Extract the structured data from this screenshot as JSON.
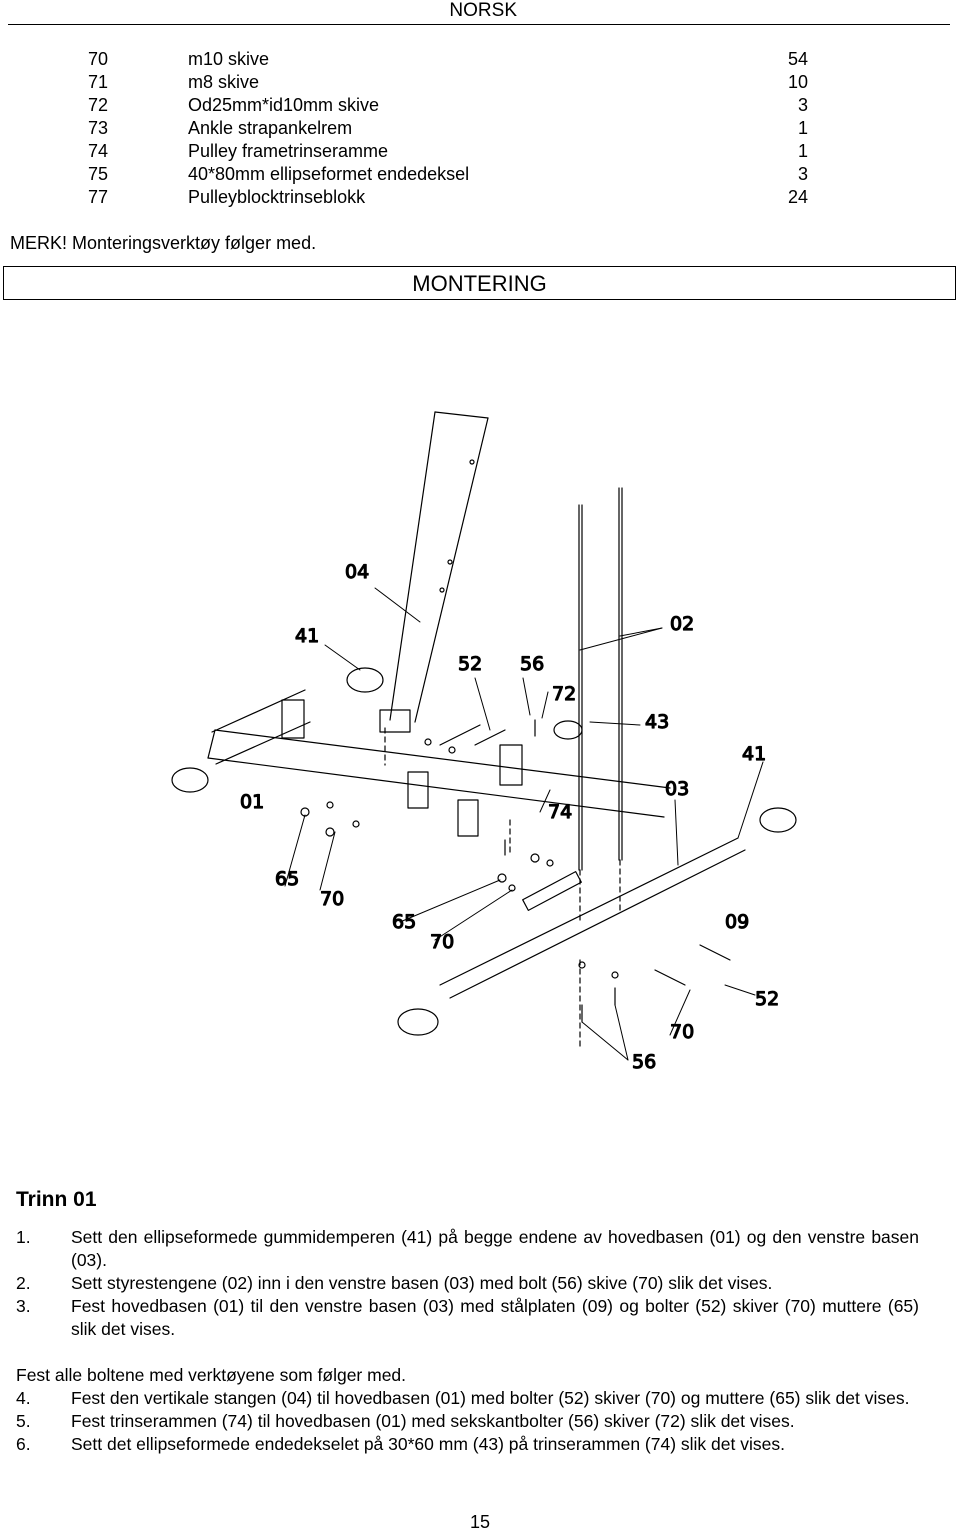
{
  "header": {
    "language": "NORSK"
  },
  "parts": [
    {
      "no": "70",
      "name": "m10 skive",
      "qty": "54"
    },
    {
      "no": "71",
      "name": "m8 skive",
      "qty": "10"
    },
    {
      "no": "72",
      "name": "Od25mm*id10mm skive",
      "qty": "3"
    },
    {
      "no": "73",
      "name": "Ankle strapankelrem",
      "qty": "1"
    },
    {
      "no": "74",
      "name": "Pulley frametrinseramme",
      "qty": "1"
    },
    {
      "no": "75",
      "name": "40*80mm ellipseformet endedeksel",
      "qty": "3"
    },
    {
      "no": "77",
      "name": "Pulleyblocktrinseblokk",
      "qty": "24"
    }
  ],
  "note": "MERK! Monteringsverktøy følger med.",
  "section_title": "MONTERING",
  "diagram_labels": {
    "l04": "04",
    "l41a": "41",
    "l52a": "52",
    "l56a": "56",
    "l72": "72",
    "l02": "02",
    "l43": "43",
    "l41b": "41",
    "l01": "01",
    "l74": "74",
    "l03": "03",
    "l65a": "65",
    "l70a": "70",
    "l65b": "65",
    "l70b": "70",
    "l09": "09",
    "l52b": "52",
    "l70c": "70",
    "l56b": "56"
  },
  "step_title": "Trinn 01",
  "steps": [
    {
      "num": "1.",
      "text": "Sett den ellipseformede gummidemperen (41) på begge endene av hovedbasen (01) og den venstre basen (03)."
    },
    {
      "num": "2.",
      "text": "Sett styrestengene (02) inn i den venstre basen (03) med bolt (56) skive (70) slik det vises."
    },
    {
      "num": "3.",
      "text": "Fest hovedbasen (01) til den venstre basen (03) med stålplaten (09) og bolter (52) skiver (70) muttere (65) slik det vises."
    }
  ],
  "steps_note": "Fest alle boltene med verktøyene som følger med.",
  "steps2": [
    {
      "num": "4.",
      "text": "Fest den vertikale stangen (04) til hovedbasen (01) med bolter (52) skiver (70) og muttere (65) slik det vises."
    },
    {
      "num": "5.",
      "text": "Fest trinserammen (74) til hovedbasen (01) med sekskantbolter (56) skiver (72) slik det vises."
    },
    {
      "num": "6.",
      "text": "Sett det ellipseformede endedekselet på 30*60 mm (43) på trinserammen (74) slik det vises."
    }
  ],
  "page_number": "15"
}
